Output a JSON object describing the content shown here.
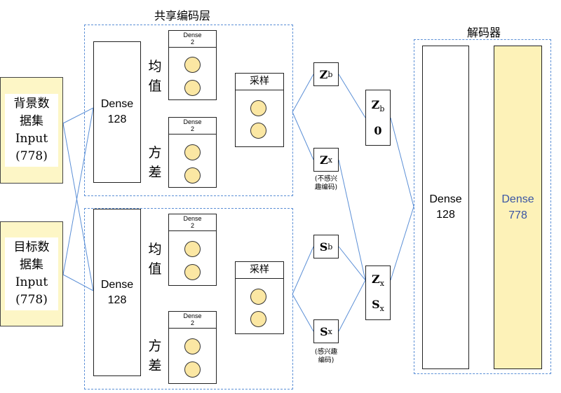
{
  "shared_encoder": {
    "title": "共享编码层"
  },
  "decoder": {
    "title": "解码器",
    "dense_hidden": {
      "name": "Dense",
      "units": "128"
    },
    "dense_output": {
      "name": "Dense",
      "units": "778",
      "text_color": "#3a55a4",
      "fill": "#fdf2b8"
    }
  },
  "inputs": [
    {
      "line1": "背景数",
      "line2": "据集",
      "line3": "Input",
      "line4": "(778)"
    },
    {
      "line1": "目标数",
      "line2": "据集",
      "line3": "Input",
      "line4": "(778)"
    }
  ],
  "encoder_branches": [
    {
      "dense": {
        "name": "Dense",
        "units": "128"
      },
      "mean": {
        "label_top": "均",
        "label_bottom": "值",
        "dense_name": "Dense",
        "dense_units": "2"
      },
      "variance": {
        "label_top": "方",
        "label_bottom": "差",
        "dense_name": "Dense",
        "dense_units": "2"
      },
      "sampling": {
        "label": "采样"
      }
    },
    {
      "dense": {
        "name": "Dense",
        "units": "128"
      },
      "mean": {
        "label_top": "均",
        "label_bottom": "值",
        "dense_name": "Dense",
        "dense_units": "2"
      },
      "variance": {
        "label_top": "方",
        "label_bottom": "差",
        "dense_name": "Dense",
        "dense_units": "2"
      },
      "sampling": {
        "label": "采样"
      }
    }
  ],
  "latent": {
    "zb": {
      "base": "Z",
      "sub": "b"
    },
    "zx": {
      "base": "Z",
      "sub": "x",
      "note_line1": "(不感兴",
      "note_line2": "趣编码)"
    },
    "sb": {
      "base": "S",
      "sub": "b"
    },
    "sx": {
      "base": "S",
      "sub": "x",
      "note_line1": "(感兴趣",
      "note_line2": "编码)"
    }
  },
  "combined": [
    {
      "top_base": "Z",
      "top_sub": "b",
      "bottom": "0"
    },
    {
      "top_base": "Z",
      "top_sub": "x",
      "bottom_base": "S",
      "bottom_sub": "x"
    }
  ],
  "colors": {
    "wire": "#5b8fd6",
    "dashed_border": "#5b8fd6",
    "input_fill": "#fdf6c6",
    "circle_fill": "#fbe7a3"
  }
}
